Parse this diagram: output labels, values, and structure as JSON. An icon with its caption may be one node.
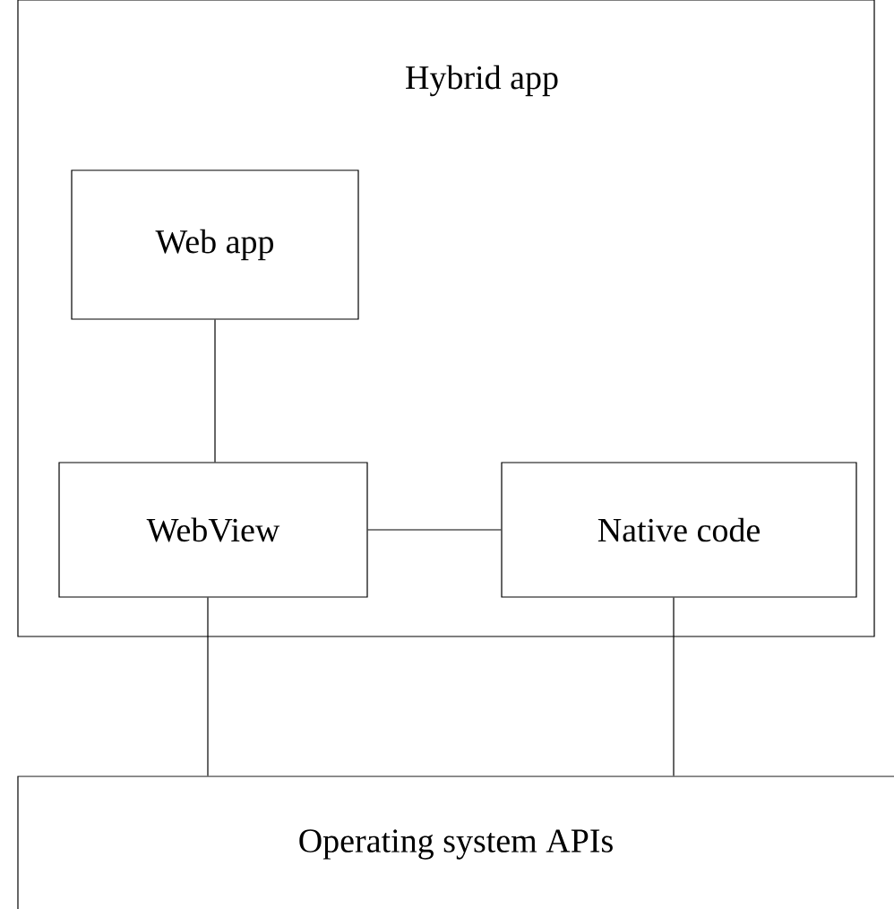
{
  "diagram": {
    "nodes": [
      {
        "text": [
          "Hybrid app"
        ]
      },
      {
        "text": [
          "Web app"
        ],
        "in": 0
      },
      {
        "text": [
          "WebView"
        ],
        "in": 0
      },
      {
        "text": [
          "Native code"
        ],
        "in": 0
      },
      {
        "text": [
          "Operating system APIs"
        ]
      }
    ],
    "edges": [
      {
        "from": 1,
        "to": 2,
        "arrow": "none"
      },
      {
        "from": 2,
        "to": 3,
        "arrow": "none"
      },
      {
        "from": 2,
        "to": 4,
        "arrow": "none"
      },
      {
        "from": 3,
        "to": 4,
        "arrow": "none"
      }
    ]
  }
}
